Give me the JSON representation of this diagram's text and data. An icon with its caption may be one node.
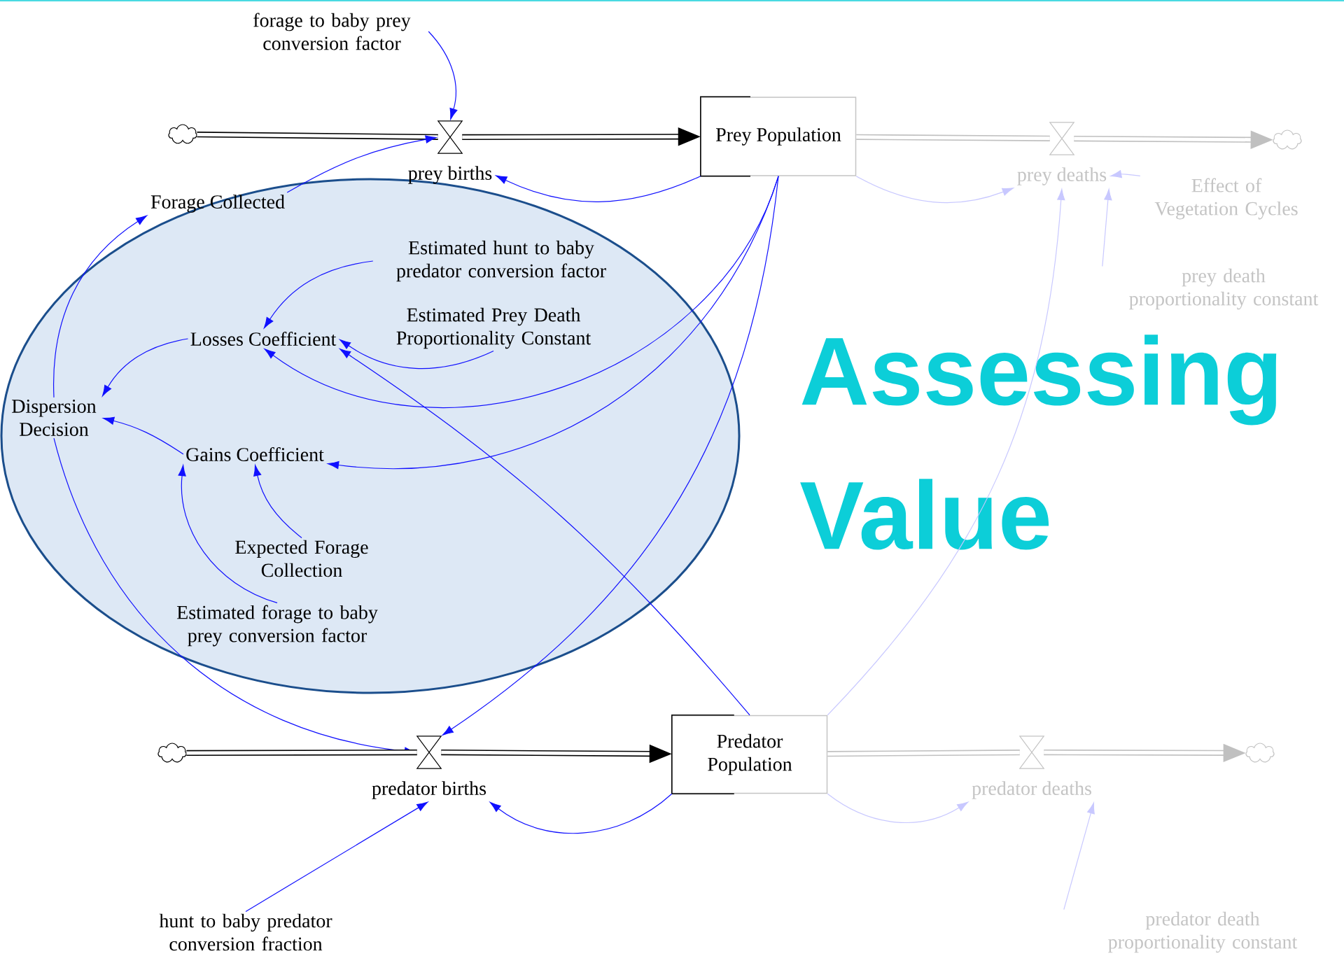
{
  "diagram": {
    "title": "Assessing Value",
    "nodes": [
      {
        "text": [],
        "shape": "cloud"
      },
      {
        "text": [
          "forage to baby prey conversion factor"
        ]
      },
      {
        "text": [
          "prey births"
        ]
      },
      {
        "text": [
          "Prey Population"
        ]
      },
      {
        "text": [
          "prey deaths"
        ]
      },
      {
        "text": [],
        "shape": "cloud"
      },
      {
        "text": [
          "Effect of Vegetation Cycles"
        ]
      },
      {
        "text": [
          "prey death proportionality constant"
        ]
      },
      {
        "text": [],
        "shape": "ellipse"
      },
      {
        "text": [
          "Forage Collected"
        ],
        "in": 8
      },
      {
        "text": [
          "Estimated hunt to baby predator conversion factor"
        ],
        "in": 8
      },
      {
        "text": [
          "Losses Coefficient"
        ],
        "in": 8
      },
      {
        "text": [
          "Estimated Prey Death Proportionality Constant"
        ],
        "in": 8
      },
      {
        "text": [
          "Dispersion Decision"
        ],
        "in": 8
      },
      {
        "text": [
          "Gains Coefficient"
        ],
        "in": 8
      },
      {
        "text": [
          "Expected Forage Collection"
        ],
        "in": 8
      },
      {
        "text": [
          "Estimated forage to baby prey conversion factor"
        ],
        "in": 8
      },
      {
        "text": [],
        "shape": "cloud"
      },
      {
        "text": [
          "predator births"
        ]
      },
      {
        "text": [
          "Predator Population"
        ]
      },
      {
        "text": [
          "predator deaths"
        ]
      },
      {
        "text": [],
        "shape": "cloud"
      },
      {
        "text": [
          "predator death proportionality constant"
        ]
      },
      {
        "text": [
          "hunt to baby predator conversion fraction"
        ]
      }
    ],
    "edges": [
      {
        "from": 0,
        "to": 2,
        "arrow": "none",
        "style": "thick",
        "color": "#000000"
      },
      {
        "from": 2,
        "to": 3,
        "arrow": "to",
        "style": "thick",
        "color": "#000000"
      },
      {
        "from": 1,
        "to": 2,
        "arrow": "to"
      },
      {
        "from": 9,
        "to": 2,
        "arrow": "to"
      },
      {
        "from": 3,
        "to": 2,
        "arrow": "to"
      },
      {
        "from": 3,
        "to": 4,
        "arrow": "none",
        "style": "thick",
        "color": "#c0c0c0"
      },
      {
        "from": 4,
        "to": 5,
        "arrow": "to",
        "style": "thick",
        "color": "#c0c0c0"
      },
      {
        "from": 3,
        "to": 4,
        "arrow": "to",
        "color": "#c8c8ff"
      },
      {
        "from": 6,
        "to": 4,
        "arrow": "to",
        "color": "#c8c8ff"
      },
      {
        "from": 7,
        "to": 4,
        "arrow": "to",
        "color": "#c8c8ff"
      },
      {
        "from": 10,
        "to": 11,
        "arrow": "to"
      },
      {
        "from": 12,
        "to": 11,
        "arrow": "to"
      },
      {
        "from": 3,
        "to": 11,
        "arrow": "to"
      },
      {
        "from": 19,
        "to": 11,
        "arrow": "to"
      },
      {
        "from": 11,
        "to": 13,
        "arrow": "to"
      },
      {
        "from": 14,
        "to": 13,
        "arrow": "to"
      },
      {
        "from": 3,
        "to": 14,
        "arrow": "to"
      },
      {
        "from": 15,
        "to": 14,
        "arrow": "to"
      },
      {
        "from": 16,
        "to": 14,
        "arrow": "to"
      },
      {
        "from": 13,
        "to": 9,
        "arrow": "to"
      },
      {
        "from": 13,
        "to": 18,
        "arrow": "to"
      },
      {
        "from": 3,
        "to": 18,
        "arrow": "to"
      },
      {
        "from": 19,
        "to": 4,
        "arrow": "to",
        "color": "#c8c8ff"
      },
      {
        "from": 17,
        "to": 18,
        "arrow": "none",
        "style": "thick",
        "color": "#000000"
      },
      {
        "from": 18,
        "to": 19,
        "arrow": "to",
        "style": "thick",
        "color": "#000000"
      },
      {
        "from": 19,
        "to": 18,
        "arrow": "to"
      },
      {
        "from": 23,
        "to": 18,
        "arrow": "to"
      },
      {
        "from": 19,
        "to": 20,
        "arrow": "none",
        "style": "thick",
        "color": "#c0c0c0"
      },
      {
        "from": 20,
        "to": 21,
        "arrow": "to",
        "style": "thick",
        "color": "#c0c0c0"
      },
      {
        "from": 19,
        "to": 20,
        "arrow": "to",
        "color": "#c8c8ff"
      },
      {
        "from": 22,
        "to": 20,
        "arrow": "to",
        "color": "#c8c8ff"
      }
    ]
  }
}
